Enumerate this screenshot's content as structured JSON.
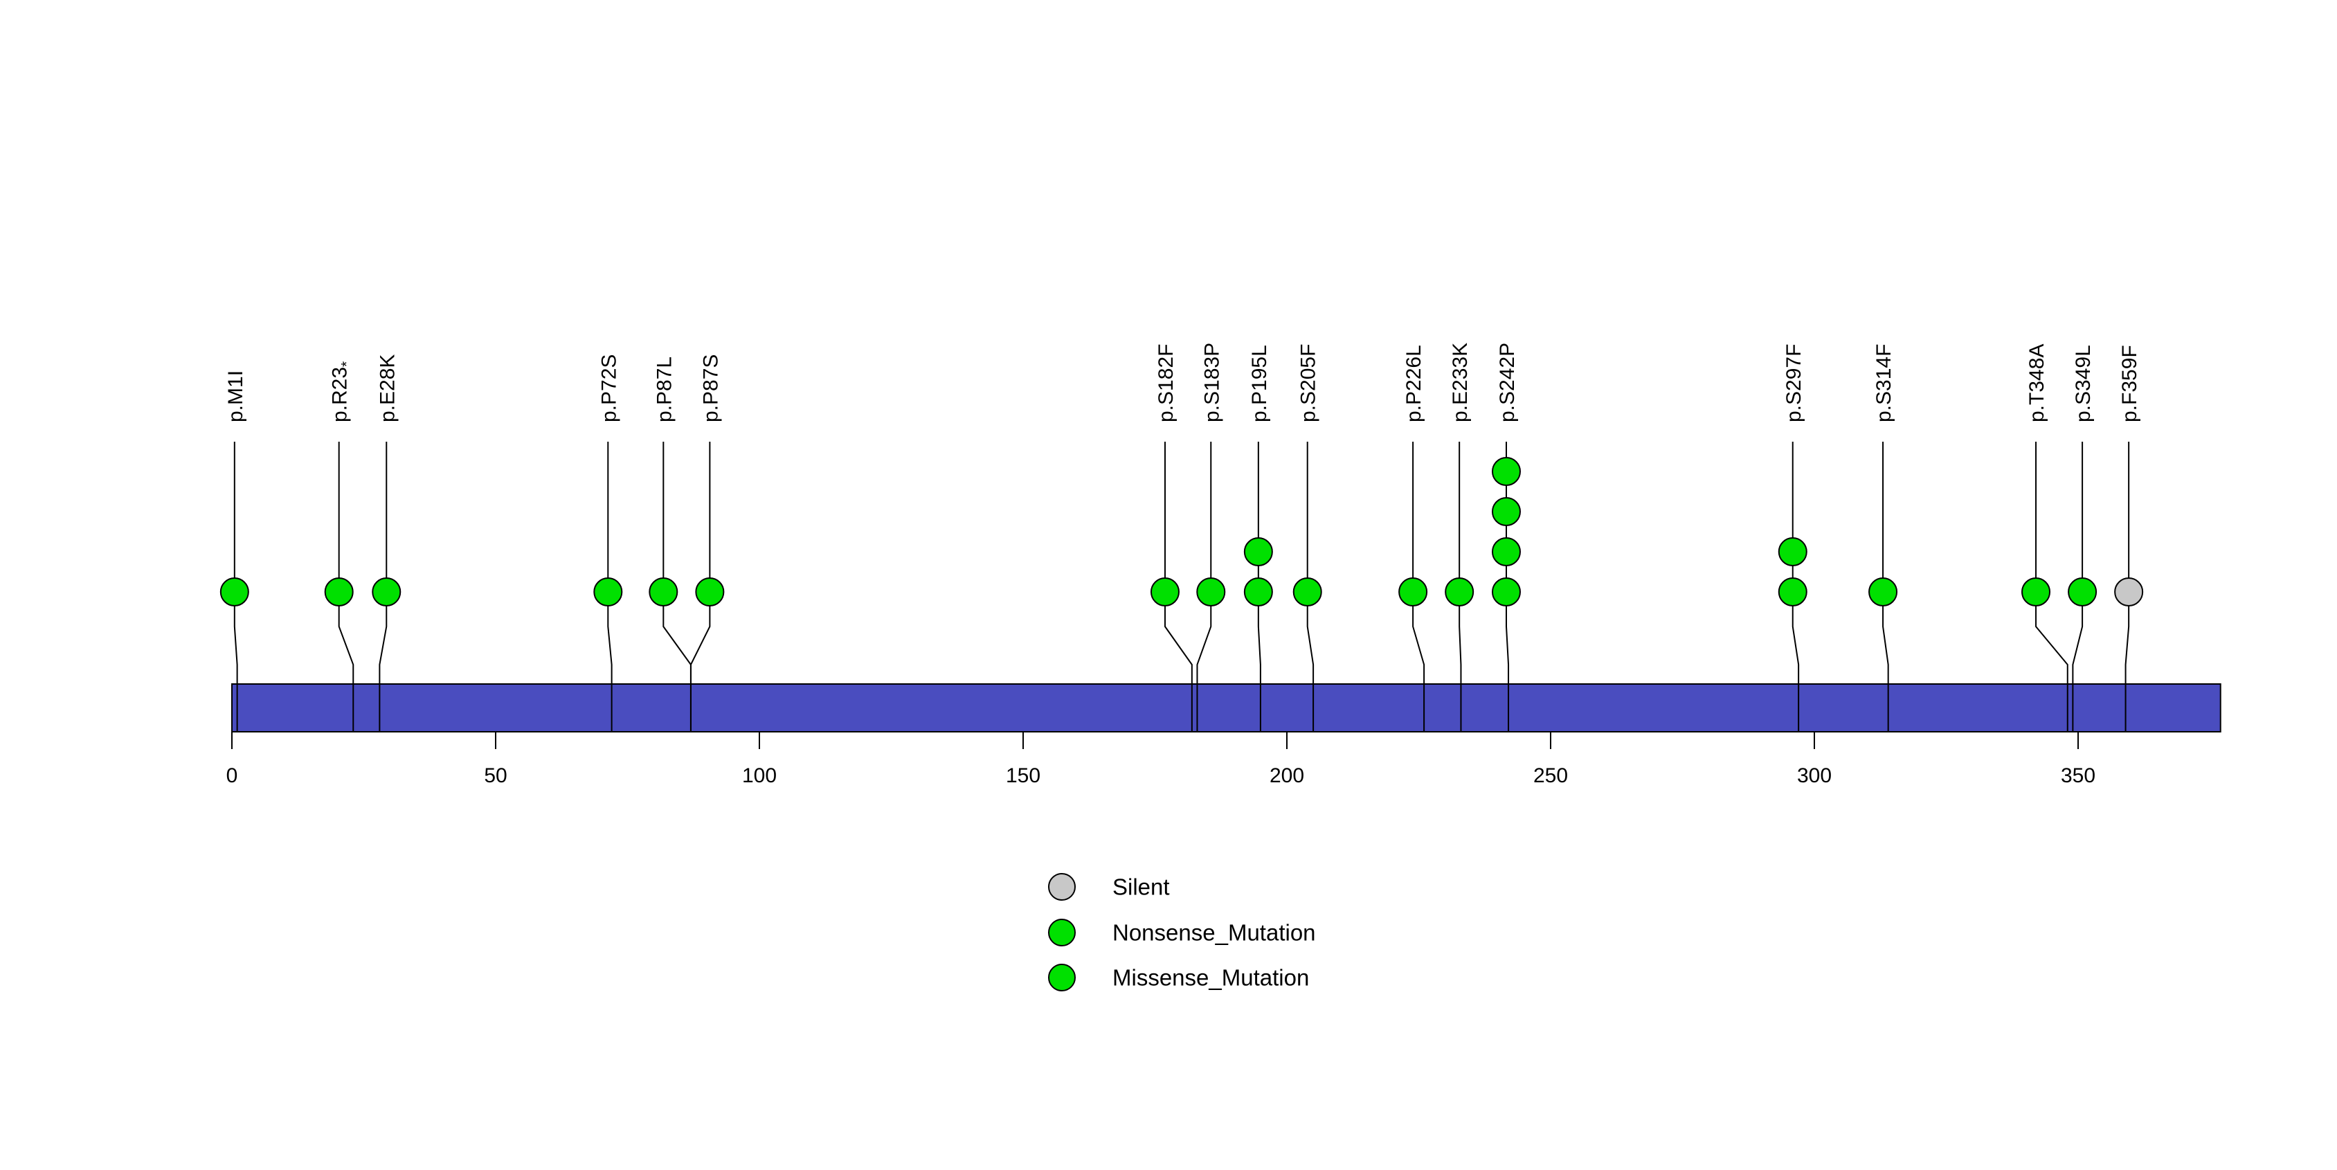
{
  "page": {
    "background": "#FFFFFF"
  },
  "chart_data": {
    "type": "lollipop",
    "title": "",
    "xlabel": "",
    "ylabel": "",
    "axis": {
      "min": 0,
      "max": 377,
      "ticks": [
        0,
        50,
        100,
        150,
        200,
        250,
        300,
        350
      ]
    },
    "protein_bar": {
      "start": 0,
      "end": 377,
      "color": "#4A4DBF",
      "outline": "#000000"
    },
    "mutation_colors": {
      "Missense_Mutation": "#00E000",
      "Nonsense_Mutation": "#00E000",
      "Silent": "#C8C8C8"
    },
    "stem_color": "#000000",
    "mutations": [
      {
        "label": "p.M1I",
        "pos": 1,
        "label_pos": 0.5,
        "count": 1,
        "type": "Missense_Mutation"
      },
      {
        "label": "p.R23*",
        "pos": 23,
        "label_pos": 20.3,
        "count": 1,
        "type": "Nonsense_Mutation"
      },
      {
        "label": "p.E28K",
        "pos": 28,
        "label_pos": 29.3,
        "count": 1,
        "type": "Missense_Mutation"
      },
      {
        "label": "p.P72S",
        "pos": 72,
        "label_pos": 71.3,
        "count": 1,
        "type": "Missense_Mutation"
      },
      {
        "label": "p.P87L",
        "pos": 87,
        "label_pos": 81.8,
        "count": 1,
        "type": "Missense_Mutation"
      },
      {
        "label": "p.P87S",
        "pos": 87,
        "label_pos": 90.6,
        "count": 1,
        "type": "Missense_Mutation"
      },
      {
        "label": "p.S182F",
        "pos": 182,
        "label_pos": 176.9,
        "count": 1,
        "type": "Missense_Mutation"
      },
      {
        "label": "p.S183P",
        "pos": 183,
        "label_pos": 185.6,
        "count": 1,
        "type": "Missense_Mutation"
      },
      {
        "label": "p.P195L",
        "pos": 195,
        "label_pos": 194.6,
        "count": 2,
        "type": "Missense_Mutation"
      },
      {
        "label": "p.S205F",
        "pos": 205,
        "label_pos": 203.9,
        "count": 1,
        "type": "Missense_Mutation"
      },
      {
        "label": "p.P226L",
        "pos": 226,
        "label_pos": 223.9,
        "count": 1,
        "type": "Missense_Mutation"
      },
      {
        "label": "p.E233K",
        "pos": 233,
        "label_pos": 232.7,
        "count": 1,
        "type": "Missense_Mutation"
      },
      {
        "label": "p.S242P",
        "pos": 242,
        "label_pos": 241.6,
        "count": 4,
        "type": "Missense_Mutation"
      },
      {
        "label": "p.S297F",
        "pos": 297,
        "label_pos": 295.9,
        "count": 2,
        "type": "Missense_Mutation"
      },
      {
        "label": "p.S314F",
        "pos": 314,
        "label_pos": 313.0,
        "count": 1,
        "type": "Missense_Mutation"
      },
      {
        "label": "p.T348A",
        "pos": 348,
        "label_pos": 342.0,
        "count": 1,
        "type": "Missense_Mutation"
      },
      {
        "label": "p.S349L",
        "pos": 349,
        "label_pos": 350.8,
        "count": 1,
        "type": "Missense_Mutation"
      },
      {
        "label": "p.F359F",
        "pos": 359,
        "label_pos": 359.6,
        "count": 1,
        "type": "Silent"
      }
    ],
    "legend": {
      "position": "bottom-center",
      "items": [
        {
          "label": "Silent",
          "color": "#C8C8C8"
        },
        {
          "label": "Nonsense_Mutation",
          "color": "#00E000"
        },
        {
          "label": "Missense_Mutation",
          "color": "#00E000"
        }
      ]
    }
  }
}
